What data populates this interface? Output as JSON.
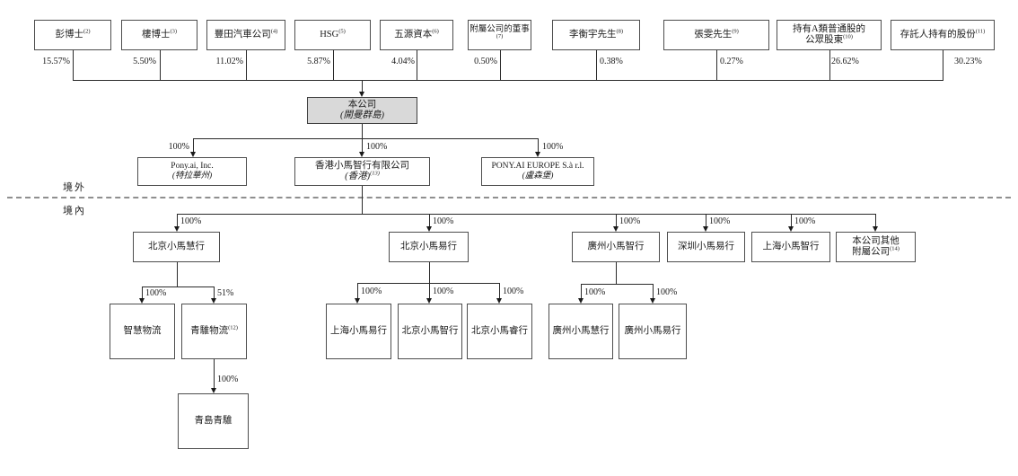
{
  "meta": {
    "region_offshore": "境外",
    "region_onshore": "境內"
  },
  "colors": {
    "box_border": "#4d4d4d",
    "company_fill": "#d9d9d9",
    "line": "#2a2a2a",
    "divider": "#8f8f8f"
  },
  "shareholders": [
    {
      "name": "彭博士",
      "note": "(2)",
      "pct": "15.57%"
    },
    {
      "name": "樓博士",
      "note": "(3)",
      "pct": "5.50%"
    },
    {
      "name": "豐田汽車公司",
      "note": "(4)",
      "pct": "11.02%"
    },
    {
      "name": "HSG",
      "note": "(5)",
      "pct": "5.87%"
    },
    {
      "name": "五源資本",
      "note": "(6)",
      "pct": "4.04%"
    },
    {
      "name": "附屬公司的董事",
      "note": "(7)",
      "pct": "0.50%"
    },
    {
      "name": "李衡宇先生",
      "note": "(8)",
      "pct": "0.38%"
    },
    {
      "name": "張雯先生",
      "note": "(9)",
      "pct": "0.27%"
    },
    {
      "name": "持有A類普通股的",
      "name2": "公眾股東",
      "note": "(10)",
      "pct": "26.62%"
    },
    {
      "name": "存託人持有的股份",
      "note": "(11)",
      "pct": "30.23%"
    }
  ],
  "company": {
    "name": "本公司",
    "location": "(開曼群島)"
  },
  "offshore_subsidiaries": [
    {
      "name": "Pony.ai, Inc.",
      "location": "(特拉華州)",
      "pct": "100%"
    },
    {
      "name": "香港小馬智行有限公司",
      "location": "(香港)",
      "note": "(13)",
      "pct": "100%"
    },
    {
      "name": "PONY.AI EUROPE S.à r.l.",
      "location": "(盧森堡)",
      "pct": "100%"
    }
  ],
  "onshore_subsidiaries": [
    {
      "name": "北京小馬慧行",
      "pct": "100%"
    },
    {
      "name": "北京小馬易行",
      "pct": "100%"
    },
    {
      "name": "廣州小馬智行",
      "pct": "100%"
    },
    {
      "name": "深圳小馬易行",
      "pct": "100%"
    },
    {
      "name": "上海小馬智行",
      "pct": "100%"
    },
    {
      "name": "本公司其他",
      "name2": "附屬公司",
      "note": "(14)"
    }
  ],
  "beijing_huixing_children": [
    {
      "name": "智慧物流",
      "pct": "100%"
    },
    {
      "name": "青騅物流",
      "note": "(12)",
      "pct": "51%"
    }
  ],
  "qingzhui_child": {
    "name": "青島青騅",
    "pct": "100%"
  },
  "beijing_yixing_children": [
    {
      "name": "上海小馬易行",
      "pct": "100%"
    },
    {
      "name": "北京小馬智行",
      "pct": "100%"
    },
    {
      "name": "北京小馬睿行",
      "pct": "100%"
    }
  ],
  "guangzhou_children": [
    {
      "name": "廣州小馬慧行",
      "pct": "100%"
    },
    {
      "name": "廣州小馬易行",
      "pct": "100%"
    }
  ]
}
